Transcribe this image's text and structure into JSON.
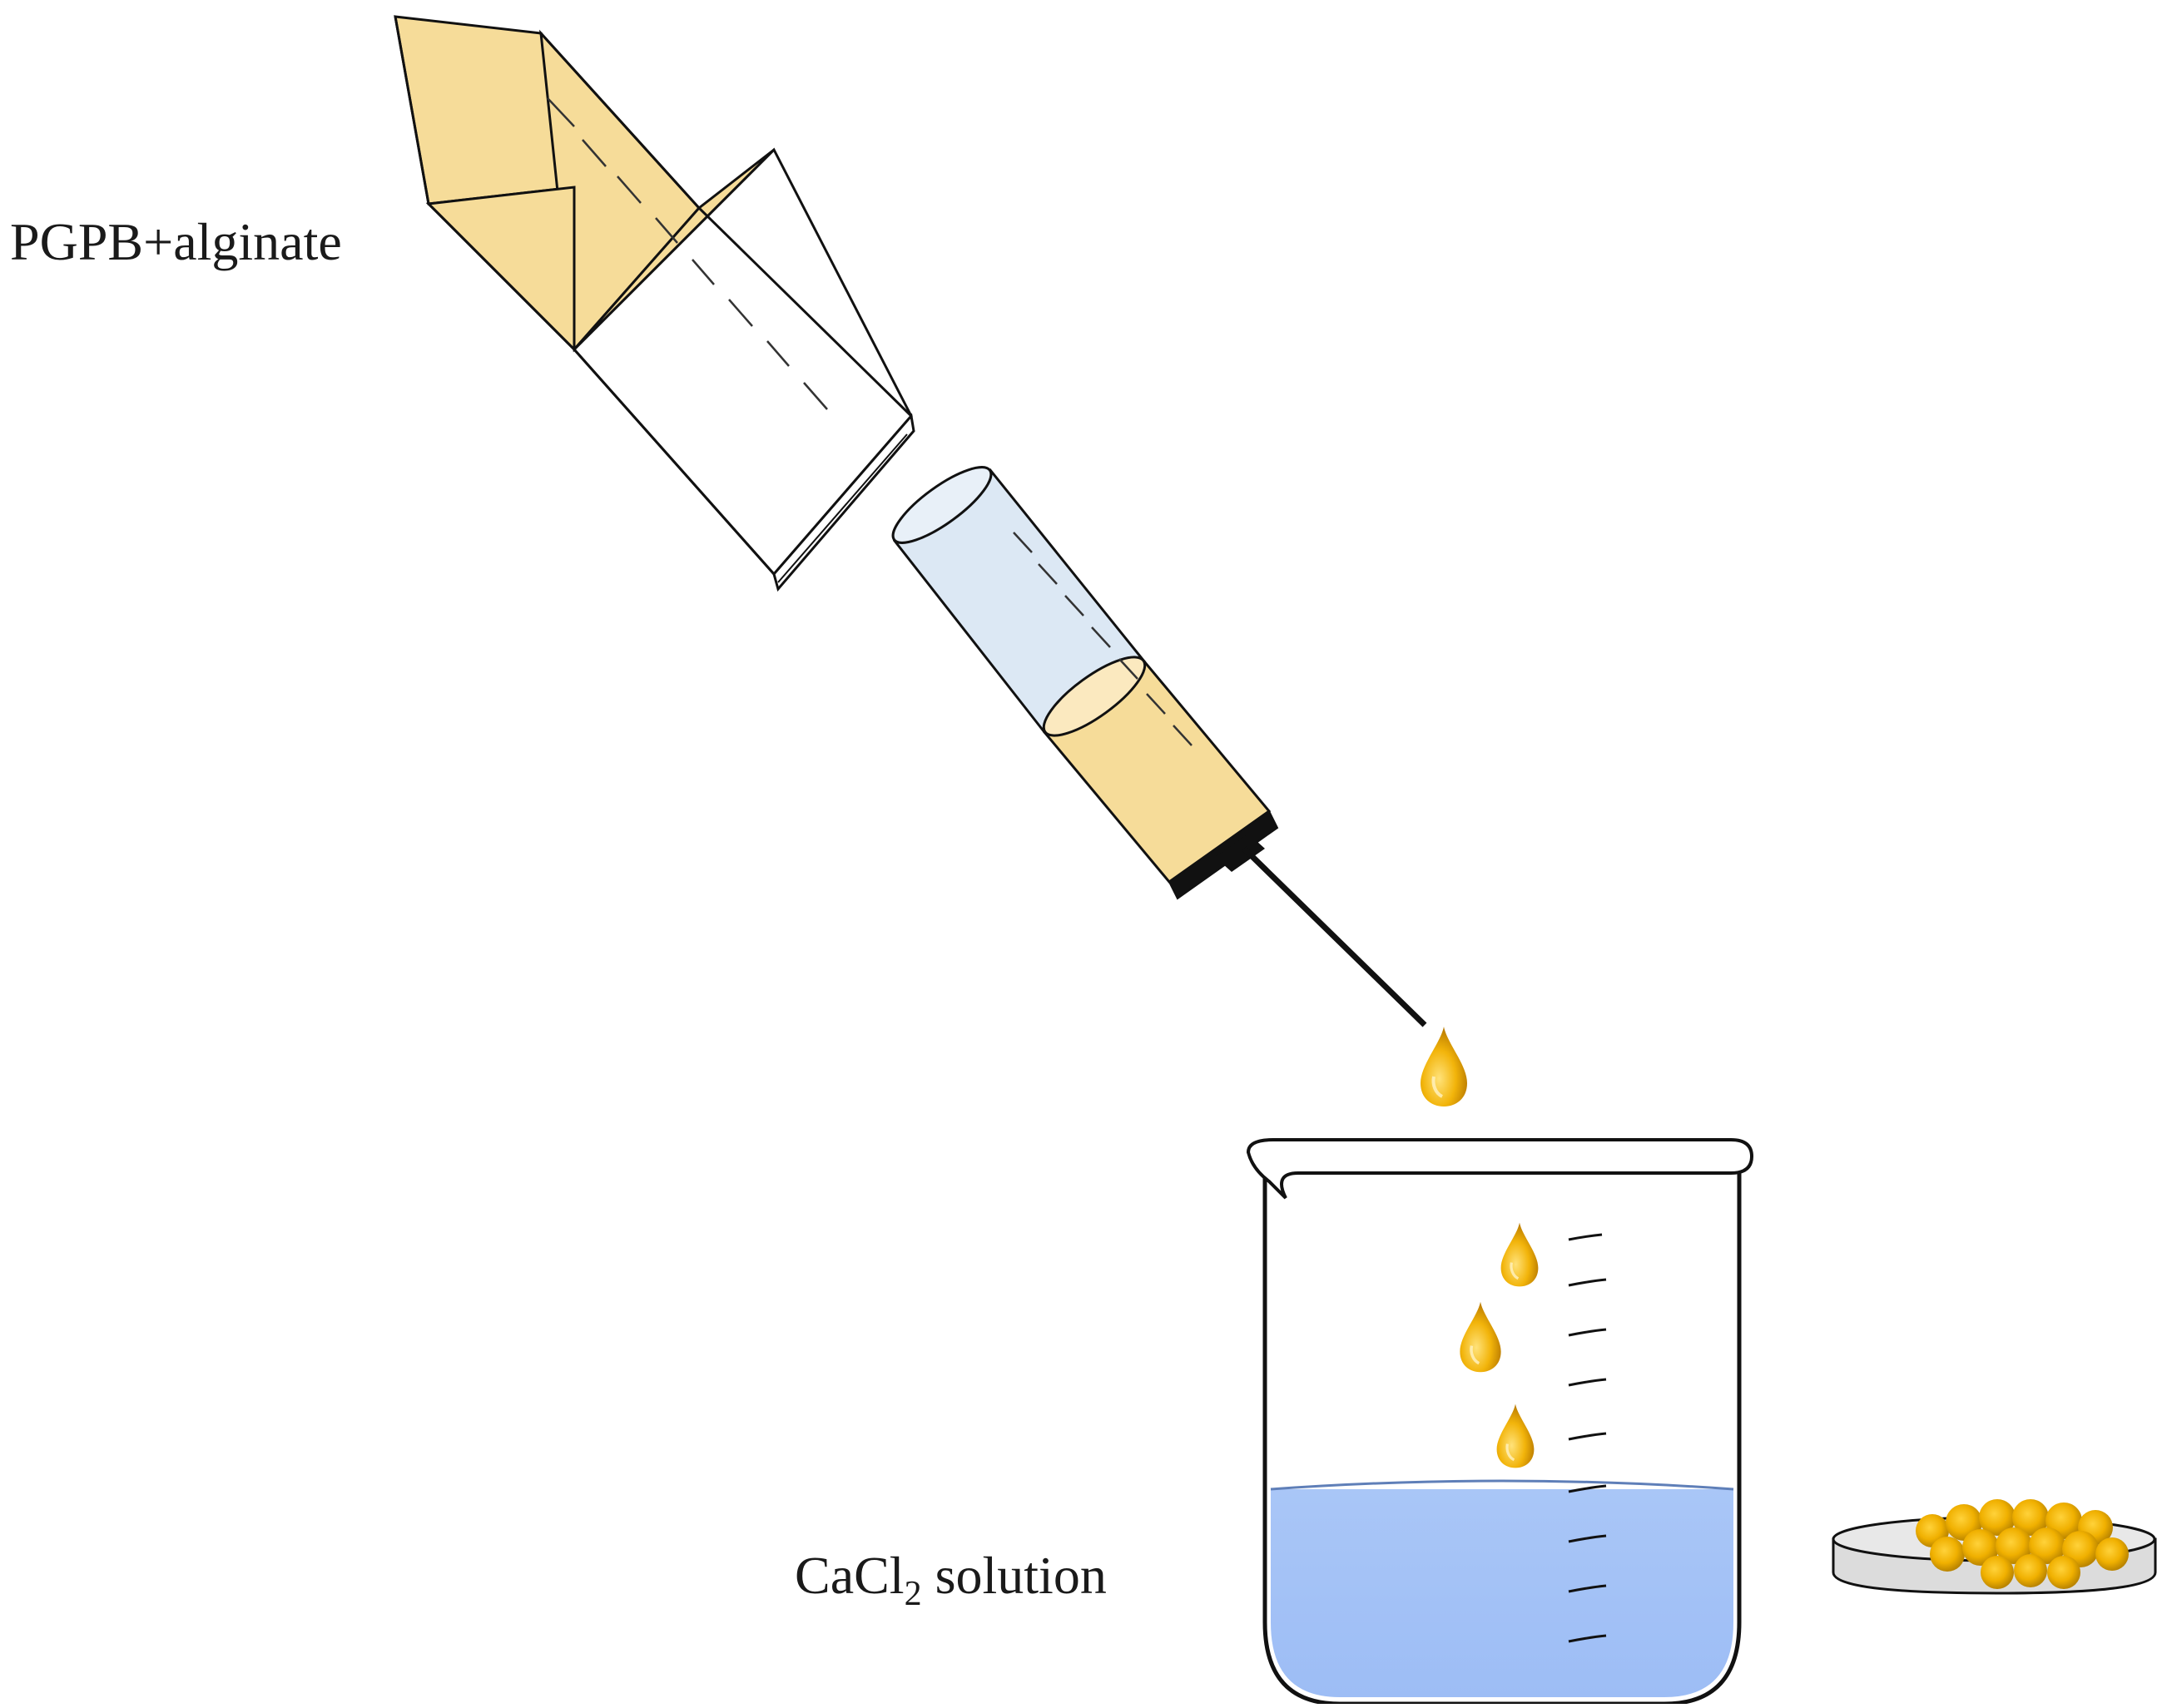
{
  "labels": {
    "tube": "PGPB+alginate",
    "solution_prefix": "CaCl",
    "solution_subscript": "2",
    "solution_suffix": " solution"
  },
  "colors": {
    "alginate": "#f6dc99",
    "syringe_barrel": "#dce8f4",
    "solution": "#a7c6f8",
    "bead": "#f0b800",
    "outline": "#111111",
    "dish": "#dcdcdc"
  },
  "icons": {
    "tube": "falcon-tube-icon",
    "syringe": "syringe-icon",
    "needle": "needle-icon",
    "drop": "droplet-icon",
    "beaker": "beaker-icon",
    "dish": "petri-dish-icon",
    "bead": "alginate-bead-icon"
  }
}
